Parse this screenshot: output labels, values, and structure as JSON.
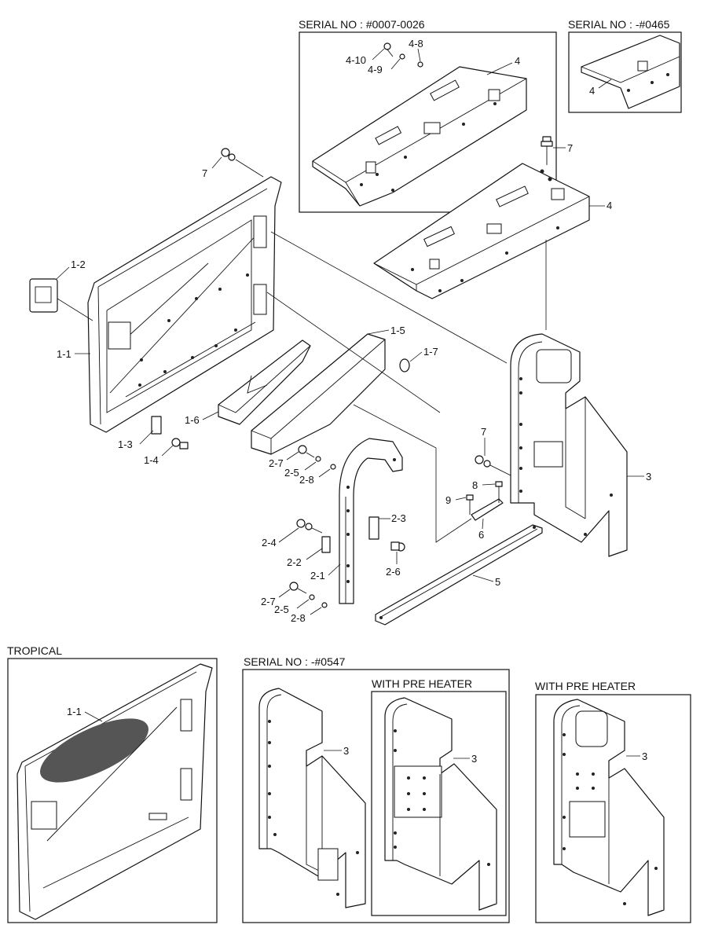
{
  "headers": {
    "serial_a": "SERIAL NO : #0007-0026",
    "serial_b": "SERIAL NO : -#0465",
    "tropical": "TROPICAL",
    "serial_c": "SERIAL NO : -#0547",
    "preheater_1": "WITH PRE HEATER",
    "preheater_2": "WITH PRE HEATER"
  },
  "callouts": {
    "p4_10": "4-10",
    "p4_9": "4-9",
    "p4_8": "4-8",
    "p4_top": "4",
    "p4_inset_b": "4",
    "p7_top": "7",
    "p4_main": "4",
    "p7_left": "7",
    "p1_2": "1-2",
    "p1_1": "1-1",
    "p1_3": "1-3",
    "p1_4": "1-4",
    "p1_5": "1-5",
    "p1_7": "1-7",
    "p1_6": "1-6",
    "p2_7a": "2-7",
    "p2_5a": "2-5",
    "p2_8a": "2-8",
    "p7_mid": "7",
    "p8": "8",
    "p9": "9",
    "p6": "6",
    "p3_main": "3",
    "p2_3": "2-3",
    "p2_4": "2-4",
    "p2_2": "2-2",
    "p2_1": "2-1",
    "p2_6": "2-6",
    "p2_7b": "2-7",
    "p2_5b": "2-5",
    "p2_8b": "2-8",
    "p5": "5",
    "p1_1_trop": "1-1",
    "p3_c": "3",
    "p3_d": "3",
    "p3_e": "3"
  }
}
